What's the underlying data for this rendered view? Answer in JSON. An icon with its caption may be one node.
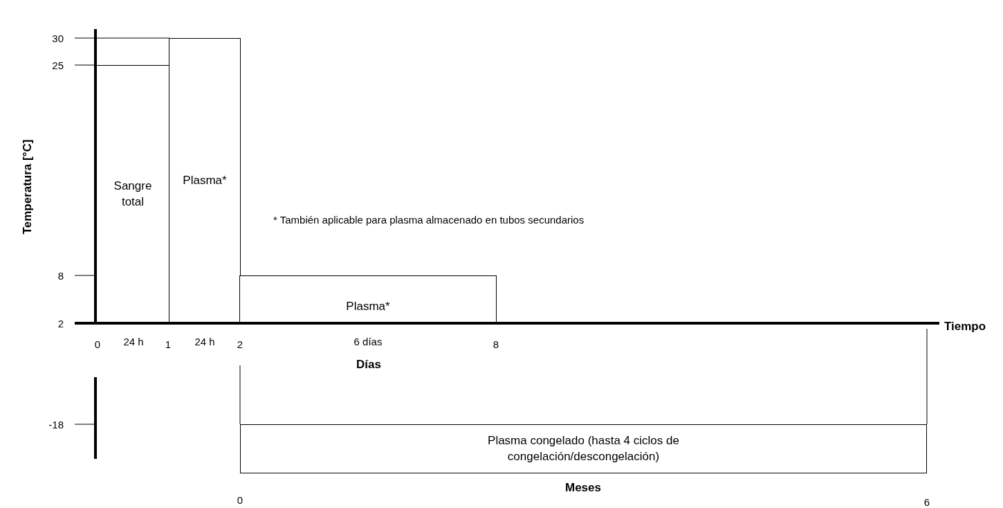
{
  "diagram": {
    "nodes": [
      {
        "text": [
          "Sangre total"
        ],
        "beside": [
          "24 h"
        ]
      },
      {
        "text": [
          "Plasma*"
        ],
        "beside": [
          "24 h"
        ]
      },
      {
        "text": [
          "Plasma*"
        ],
        "beside": [
          "6 días"
        ]
      },
      {
        "text": [
          "Plasma congelado (hasta 4 ciclos de congelación/descongelación)"
        ]
      }
    ],
    "labels": [
      "30",
      "25",
      "Temperatura [°C]",
      "* También aplicable para plasma almacenado en tubos secundarios",
      "8",
      "2",
      "Tiempo",
      "0",
      "1",
      "2",
      "8",
      "Días",
      "-18",
      "Meses",
      "0",
      "6"
    ]
  }
}
